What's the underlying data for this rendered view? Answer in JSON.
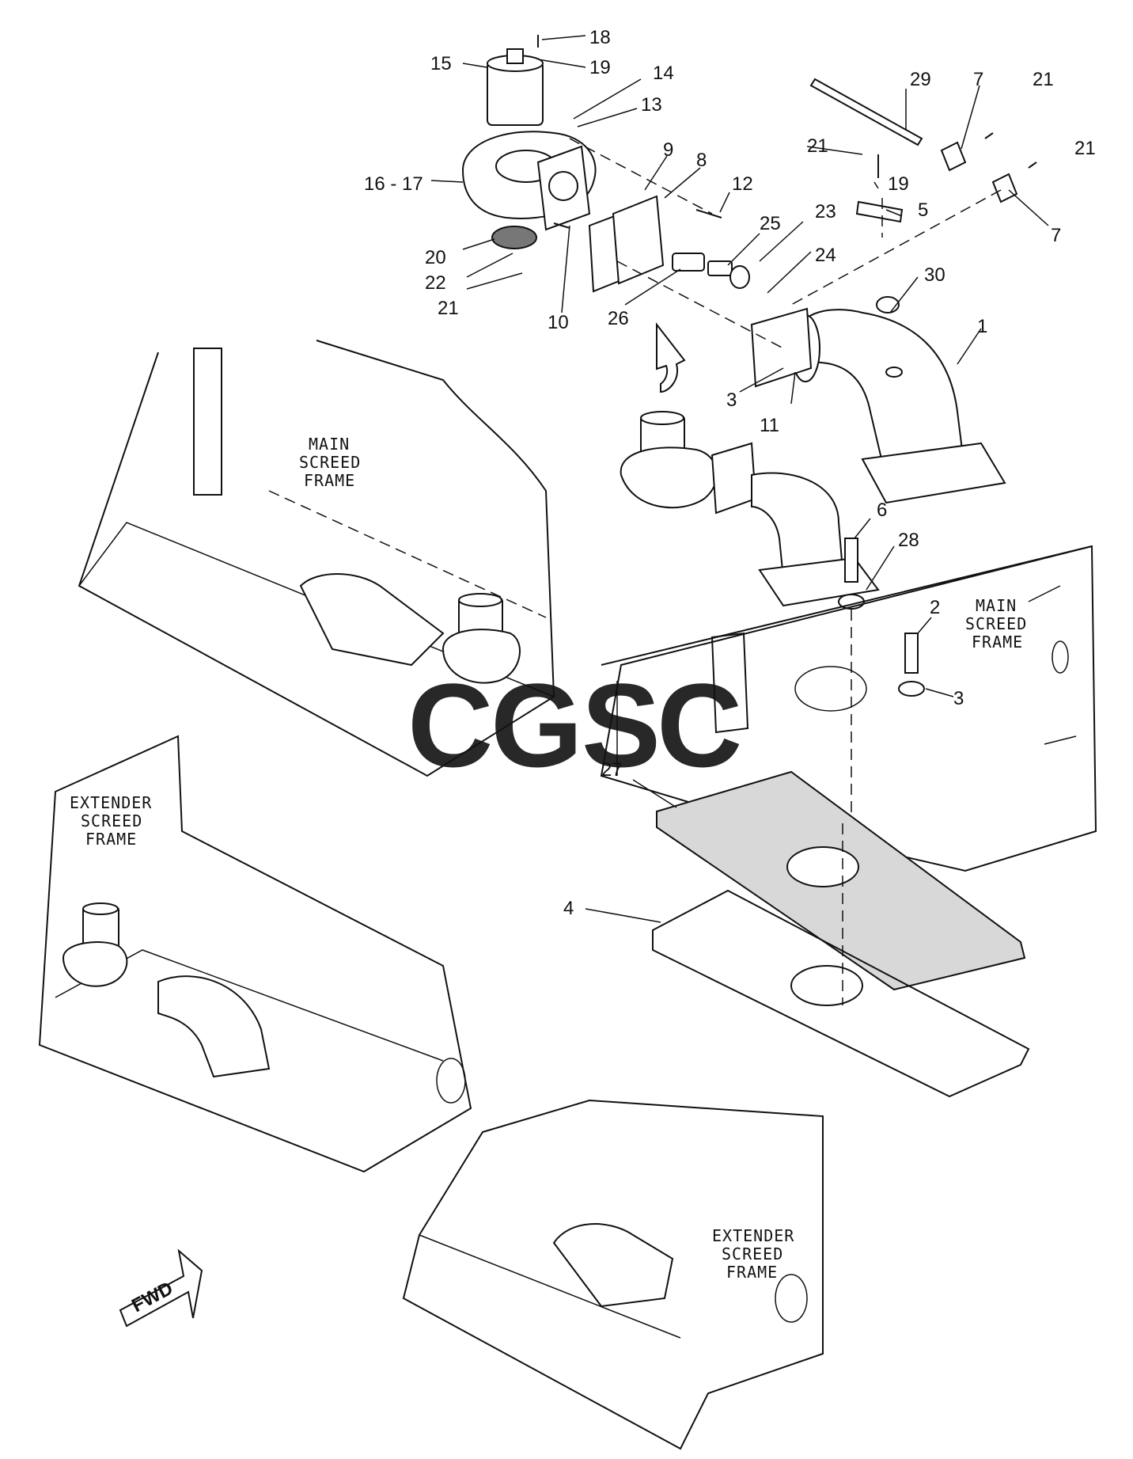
{
  "callouts": {
    "c1": "1",
    "c2": "2",
    "c3a": "3",
    "c3b": "3",
    "c4": "4",
    "c5": "5",
    "c6": "6",
    "c7a": "7",
    "c7b": "7",
    "c8": "8",
    "c9": "9",
    "c10": "10",
    "c11": "11",
    "c12": "12",
    "c13": "13",
    "c14": "14",
    "c15": "15",
    "c16_17": "16 - 17",
    "c18": "18",
    "c19a": "19",
    "c19b": "19",
    "c20": "20",
    "c21a": "21",
    "c21b": "21",
    "c21c": "21",
    "c21d": "21",
    "c22": "22",
    "c23": "23",
    "c24": "24",
    "c25": "25",
    "c26": "26",
    "c27": "27",
    "c28": "28",
    "c29": "29",
    "c30": "30"
  },
  "frame_labels": {
    "main_top": {
      "l1": "MAIN",
      "l2": "SCREED",
      "l3": "FRAME"
    },
    "main_right": {
      "l1": "MAIN",
      "l2": "SCREED",
      "l3": "FRAME"
    },
    "ext_left": {
      "l1": "EXTENDER",
      "l2": "SCREED",
      "l3": "FRAME"
    },
    "ext_bottom": {
      "l1": "EXTENDER",
      "l2": "SCREED",
      "l3": "FRAME"
    }
  },
  "fwd_arrow": "FWD",
  "watermark": {
    "text": "CGSC",
    "colors": [
      "#5b8ff5",
      "#f07a78",
      "#f7d25a",
      "#5db57e"
    ]
  }
}
